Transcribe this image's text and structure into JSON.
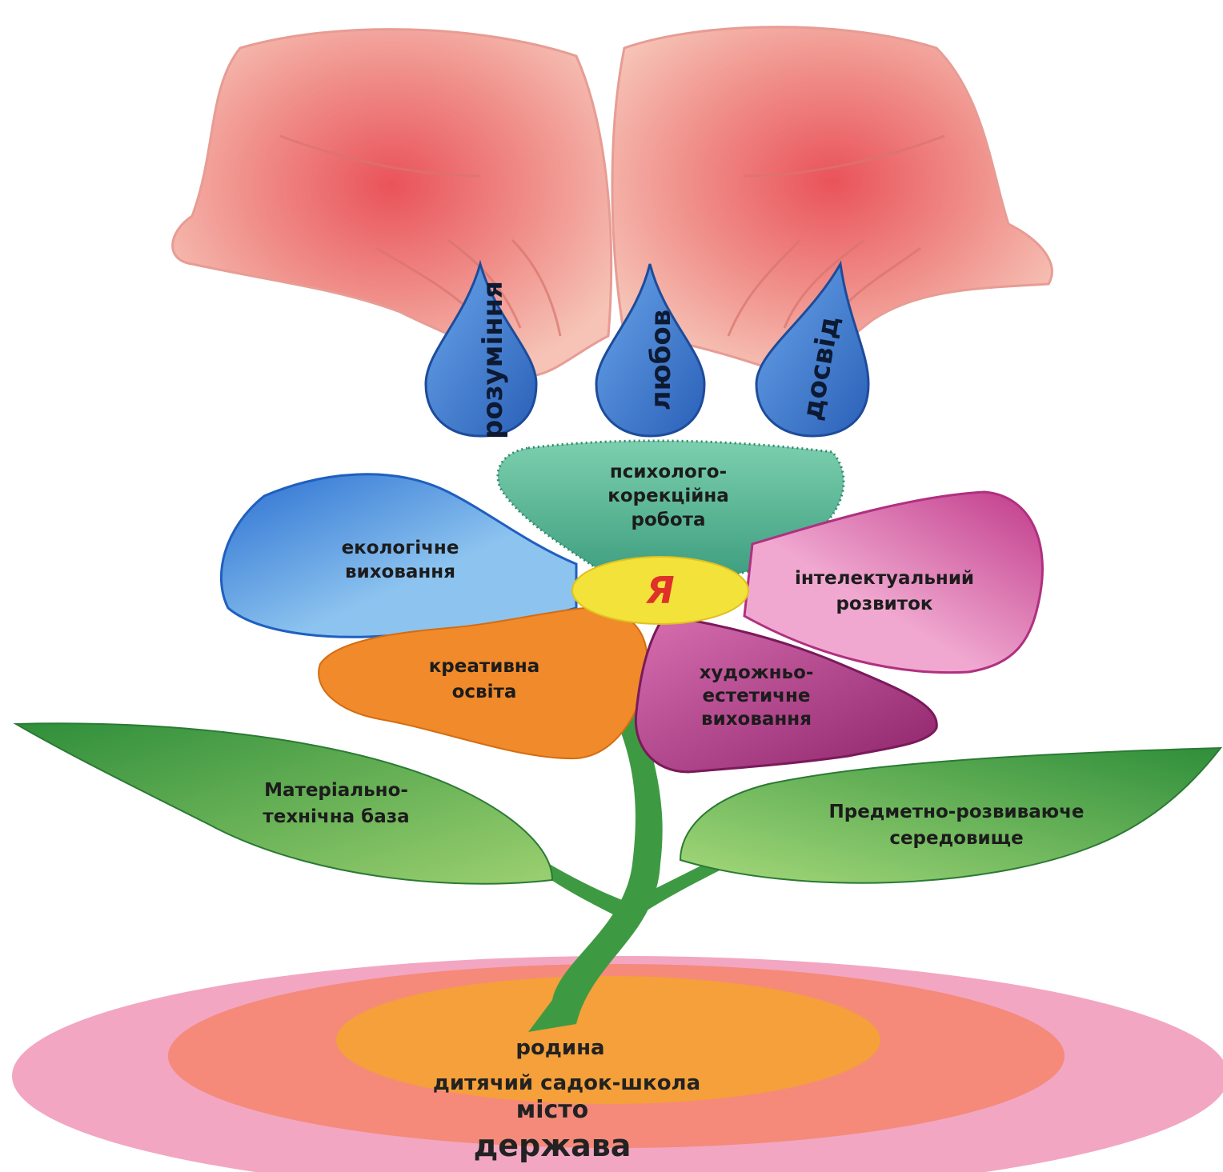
{
  "drops": [
    {
      "label": "розуміння"
    },
    {
      "label": "любов"
    },
    {
      "label": "досвід"
    }
  ],
  "petals": {
    "top": [
      "психолого-",
      "корекційна",
      "робота"
    ],
    "left": [
      "екологічне",
      "виховання"
    ],
    "right": [
      "інтелектуальний",
      "розвиток"
    ],
    "bottom_left": [
      "креативна",
      "освіта"
    ],
    "bottom_right": [
      "художньо-",
      "естетичне",
      "виховання"
    ]
  },
  "center": {
    "label": "Я"
  },
  "leaves": {
    "left": [
      "Матеріально-",
      "технічна база"
    ],
    "right": [
      "Предметно-розвиваюче",
      "середовище"
    ]
  },
  "soil": {
    "lines": [
      "родина",
      "дитячий садок-школа",
      "місто",
      "держава"
    ]
  },
  "colors": {
    "drop": "#2f6fc9",
    "petal_top": "#4fb08f",
    "petal_left": "#5aa6e6",
    "petal_right": "#e08cc0",
    "petal_bottom_left": "#f08a2a",
    "petal_bottom_right": "#b43a8e",
    "center": "#f2e23a",
    "center_text": "#e0302a",
    "leaf": "#4fb34a",
    "stem": "#3e9a42",
    "soil_outer": "#f2a6c2",
    "soil_mid": "#f58a7a",
    "soil_inner": "#f5a03a",
    "hands": "#f3a7a0"
  }
}
